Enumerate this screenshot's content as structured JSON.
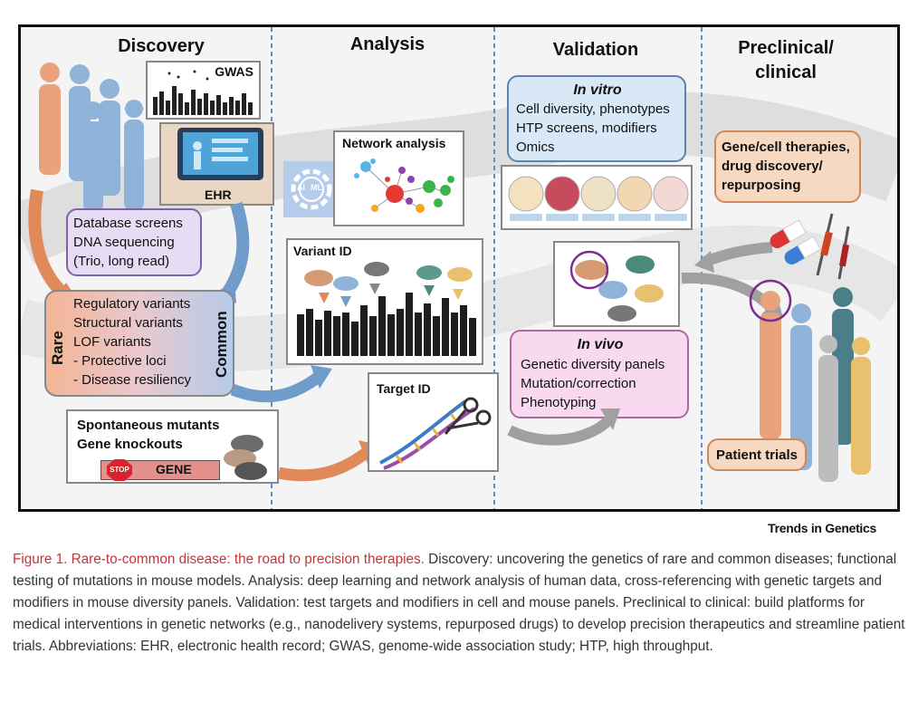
{
  "columns": {
    "discovery": "Discovery",
    "analysis": "Analysis",
    "validation": "Validation",
    "preclinical_line1": "Preclinical/",
    "preclinical_line2": "clinical"
  },
  "discovery": {
    "gwas": "GWAS",
    "ehr": "EHR",
    "screens": [
      "Database screens",
      "DNA sequencing",
      "(Trio, long read)"
    ],
    "variants": [
      "Regulatory variants",
      "Structural variants",
      "LOF variants",
      "- Protective loci",
      "- Disease resiliency"
    ],
    "rare": "Rare",
    "common": "Common",
    "mutants": [
      "Spontaneous mutants",
      "Gene knockouts"
    ],
    "stop": "STOP",
    "gene": "GENE"
  },
  "analysis": {
    "network": "Network analysis",
    "ai": "AI",
    "ml": "ML",
    "variant_id": "Variant ID",
    "target_id": "Target ID"
  },
  "validation": {
    "in_vitro_title": "In vitro",
    "in_vitro_items": [
      "Cell diversity, phenotypes",
      "HTP screens, modifiers",
      "Omics"
    ],
    "in_vivo_title": "In vivo",
    "in_vivo_items": [
      "Genetic diversity panels",
      "Mutation/correction",
      "Phenotyping"
    ]
  },
  "preclinical": {
    "therapies": [
      "Gene/cell therapies,",
      "drug discovery/",
      "repurposing"
    ],
    "trials": "Patient trials"
  },
  "source": "Trends in Genetics",
  "caption": {
    "title": "Figure 1. Rare-to-common disease: the road to precision therapies.",
    "body": " Discovery: uncovering the genetics of rare and common diseases; functional testing of mutations in mouse models. Analysis: deep learning and network analysis of human data, cross-referencing with genetic targets and modifiers in mouse diversity panels. Validation: test targets and modifiers in cell and mouse panels. Preclinical to clinical: build platforms for medical interventions in genetic networks (e.g., nanodelivery systems, repurposed drugs) to develop precision therapeutics and streamline patient trials. Abbreviations: EHR, electronic health record; GWAS, genome-wide association study; HTP, high throughput."
  },
  "colors": {
    "purple_box": "#e6dcf3",
    "blue_box": "#d9e8f6",
    "peach_box": "#f7d9c2",
    "pink_box": "#f9d9ef",
    "orange_arrow": "#e0895a",
    "blue_arrow": "#6f9ccb",
    "gray_arrow": "#a0a0a0",
    "caption_title": "#c2353d"
  }
}
